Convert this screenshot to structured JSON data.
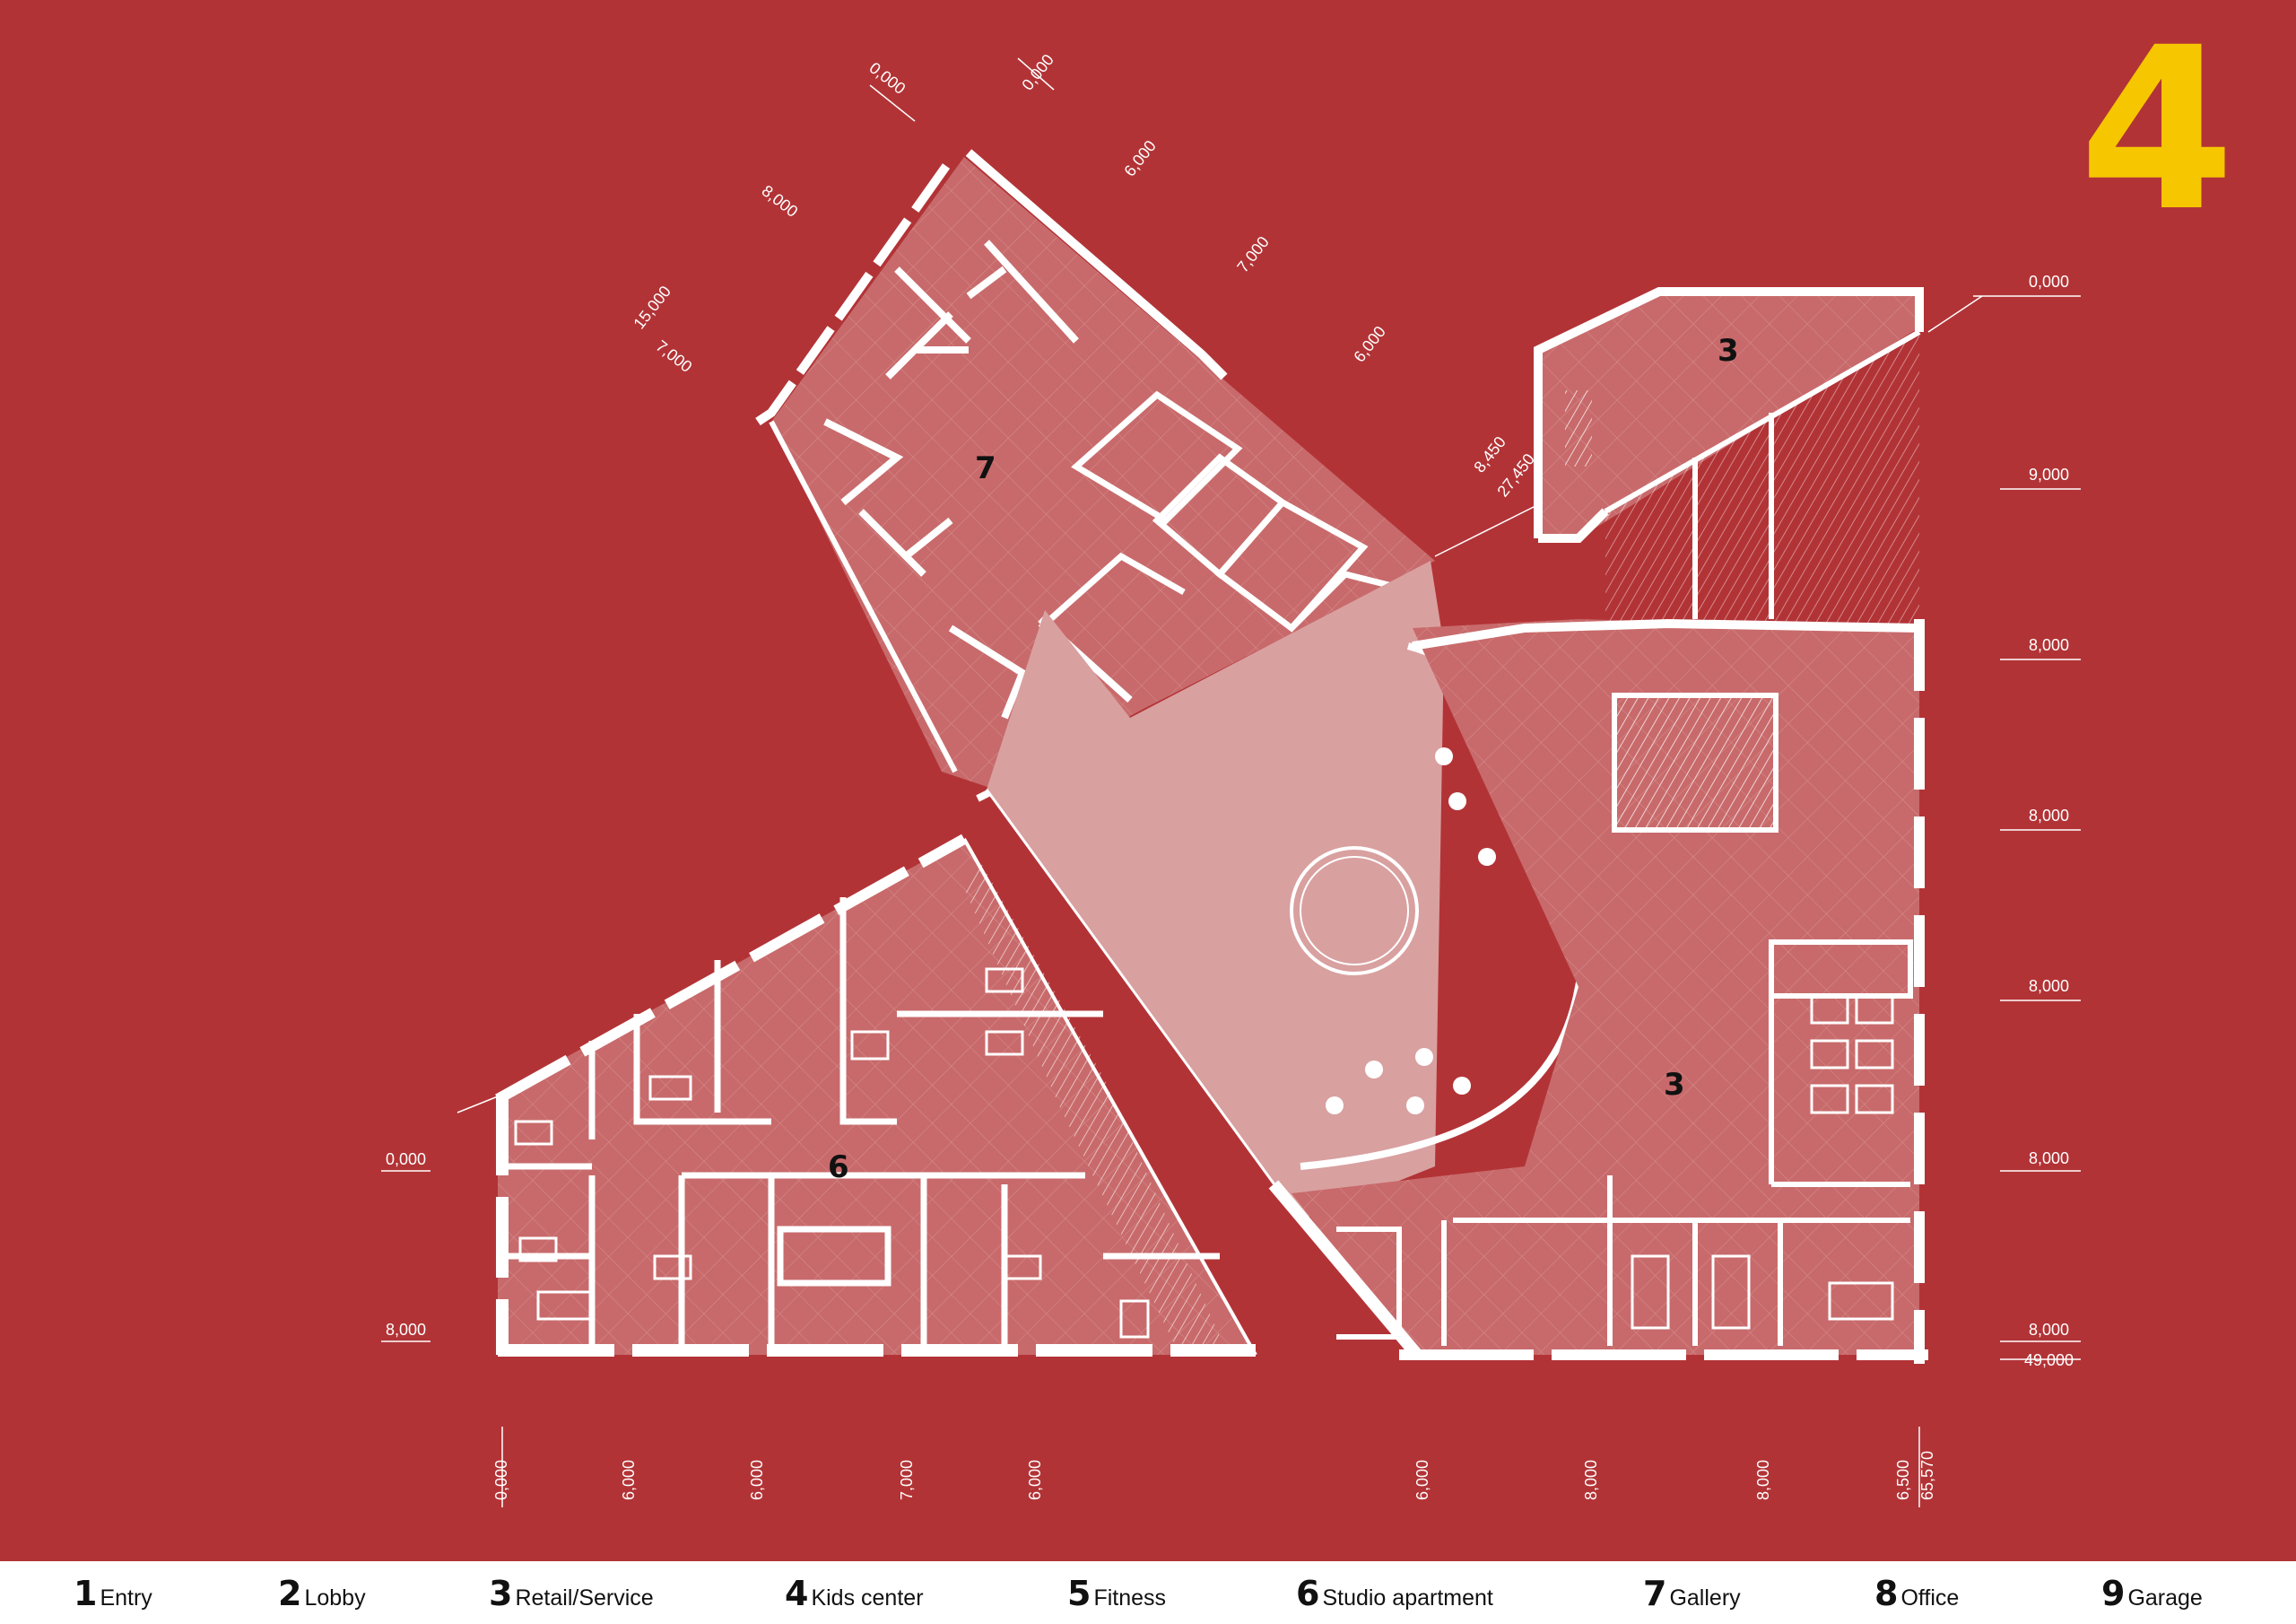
{
  "floor_number": "4",
  "colors": {
    "background": "#b23336",
    "accent_yellow": "#f6c700",
    "walls": "#ffffff",
    "atrium_fill": "#d9a0a0",
    "legend_bg": "#ffffff"
  },
  "zone_labels": [
    "7",
    "3",
    "6",
    "3"
  ],
  "dimensions": {
    "top_chain": [
      "0,000",
      "0,000",
      "8,000",
      "6,000",
      "7,000",
      "15,000",
      "7,000",
      "6,000",
      "8,450",
      "27,450"
    ],
    "right_chain": [
      "0,000",
      "9,000",
      "8,000",
      "8,000",
      "8,000",
      "8,000",
      "8,000",
      "49,000"
    ],
    "left_chain": [
      "0,000",
      "8,000"
    ],
    "bottom_chain": [
      "0,000",
      "6,000",
      "6,000",
      "7,000",
      "6,000",
      "6,000",
      "8,000",
      "8,000",
      "6,500",
      "65,570"
    ]
  },
  "legend": [
    {
      "num": "1",
      "label": "Entry"
    },
    {
      "num": "2",
      "label": "Lobby"
    },
    {
      "num": "3",
      "label": "Retail/Service"
    },
    {
      "num": "4",
      "label": "Kids  center"
    },
    {
      "num": "5",
      "label": "Fitness"
    },
    {
      "num": "6",
      "label": "Studio  apartment"
    },
    {
      "num": "7",
      "label": "Gallery"
    },
    {
      "num": "8",
      "label": "Office"
    },
    {
      "num": "9",
      "label": "Garage"
    }
  ]
}
